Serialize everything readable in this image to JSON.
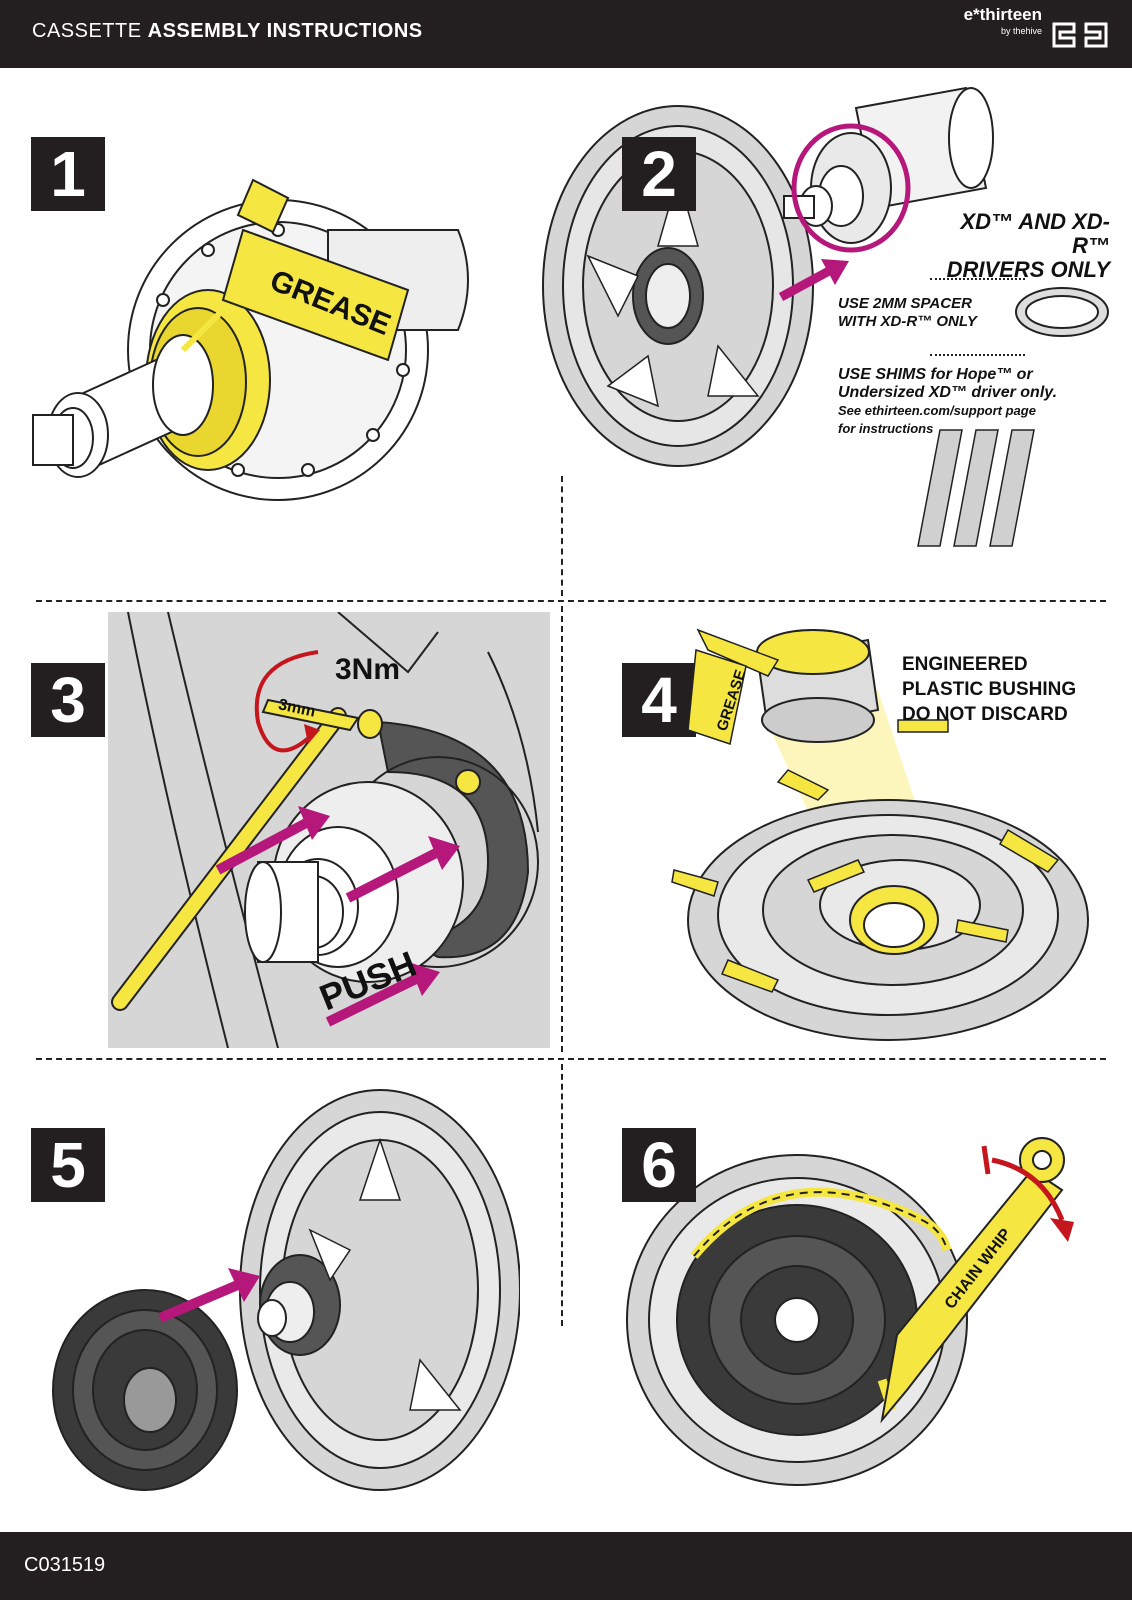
{
  "header": {
    "title_light": "CASSETTE",
    "title_bold": "ASSEMBLY INSTRUCTIONS",
    "brand_name": "e*thirteen",
    "brand_sub": "by thehive"
  },
  "footer": {
    "code": "C031519"
  },
  "steps": [
    {
      "number": "1",
      "labels": {
        "grease": "GREASE"
      }
    },
    {
      "number": "2",
      "labels": {
        "drivers_line1": "XD™ AND XD-R™",
        "drivers_line2": "DRIVERS ONLY",
        "spacer_line1": "USE 2MM SPACER",
        "spacer_line2": "WITH XD-R™ ONLY",
        "shims_line1": "USE SHIMS for Hope™ or",
        "shims_line2": "Undersized XD™ driver only.",
        "shims_line3": "See ethirteen.com/support page",
        "shims_line4": "for instructions"
      }
    },
    {
      "number": "3",
      "labels": {
        "torque": "3Nm",
        "tool": "3mm",
        "push": "PUSH"
      }
    },
    {
      "number": "4",
      "labels": {
        "grease": "GREASE",
        "bushing_line1": "ENGINEERED",
        "bushing_line2": "PLASTIC BUSHING",
        "bushing_line3": "DO NOT DISCARD"
      }
    },
    {
      "number": "5",
      "labels": {}
    },
    {
      "number": "6",
      "labels": {
        "chain_whip": "CHAIN WHIP"
      }
    }
  ],
  "colors": {
    "bar": "#231f20",
    "highlight_yellow": "#f5e642",
    "arrow_magenta": "#b5177a",
    "torque_red": "#c4161c",
    "part_gray": "#cfcfcf",
    "dark_part": "#3a3a3a"
  }
}
